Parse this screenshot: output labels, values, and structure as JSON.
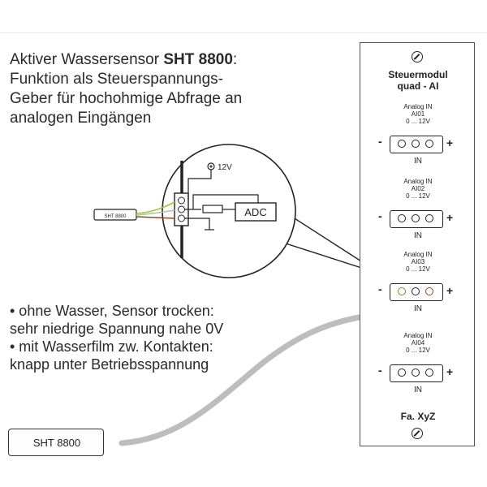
{
  "heading": {
    "line1_prefix": "Aktiver Wassersensor ",
    "line1_bold": "SHT 8800",
    "line1_suffix": ":",
    "line2": "Funktion als Steuerspannungs-",
    "line3": "Geber für hochohmige Abfrage an",
    "line4": "analogen Eingängen"
  },
  "bullets": [
    "• ohne Wasser, Sensor trocken:",
    "sehr niedrige Spannung nahe 0V",
    "• mit Wasserfilm zw. Kontakten:",
    "knapp unter Betriebsspannung"
  ],
  "inset": {
    "supply_label": "12V",
    "adc_label": "ADC",
    "mini_sensor_label": "SHT 8800"
  },
  "module": {
    "title_line1": "Steuermodul",
    "title_line2": "quad - AI",
    "channels": [
      {
        "type": "Analog IN",
        "id": "AI01",
        "range": "0 ... 12V",
        "port": "IN"
      },
      {
        "type": "Analog IN",
        "id": "AI02",
        "range": "0 ... 12V",
        "port": "IN"
      },
      {
        "type": "Analog IN",
        "id": "AI03",
        "range": "0 ... 12V",
        "port": "IN"
      },
      {
        "type": "Analog IN",
        "id": "AI04",
        "range": "0 ... 12V",
        "port": "IN"
      }
    ],
    "minus_symbol": "-",
    "plus_symbol": "+",
    "footer": "Fa. XyZ"
  },
  "sensor": {
    "label": "SHT 8800"
  },
  "colors": {
    "wire_green": "#9acd32",
    "wire_white": "#e8e8e8",
    "wire_brown": "#8b4a2b",
    "cable_gray": "#bdbdbd",
    "line": "#222222"
  }
}
